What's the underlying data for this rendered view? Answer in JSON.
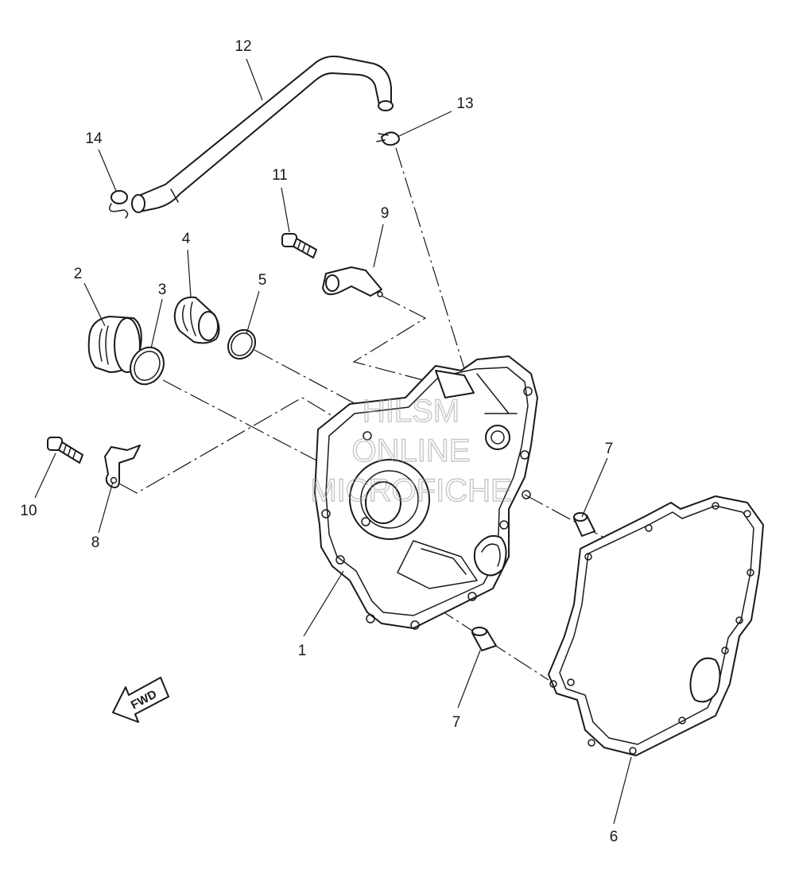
{
  "watermark": {
    "line1": "HILSM",
    "line2": "ONLINE",
    "line3": "MICROFICHE"
  },
  "direction_label": "FWD",
  "callouts": {
    "c1": "1",
    "c2": "2",
    "c3": "3",
    "c4": "4",
    "c5": "5",
    "c6": "6",
    "c7a": "7",
    "c7b": "7",
    "c8": "8",
    "c9": "9",
    "c10": "10",
    "c11": "11",
    "c12": "12",
    "c13": "13",
    "c14": "14"
  }
}
